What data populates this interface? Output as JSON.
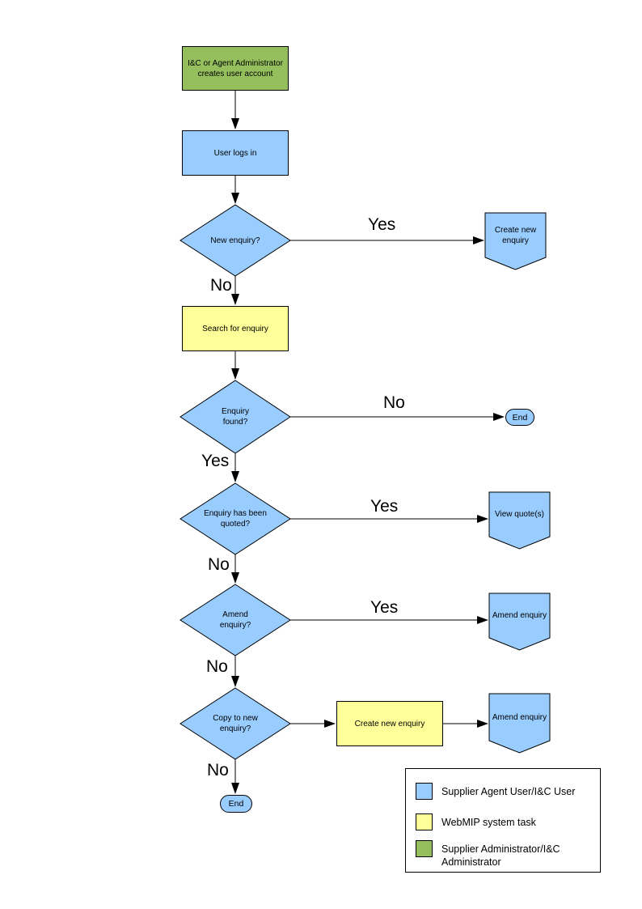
{
  "nodes": {
    "create_user_account": "I&C or Agent Administrator creates user account",
    "user_logs_in": "User logs in",
    "new_enquiry_q": "New enquiry?",
    "create_new_enquiry_top": "Create new enquiry",
    "search_for_enquiry": "Search for enquiry",
    "enquiry_found_q": "Enquiry found?",
    "end_top": "End",
    "enquiry_quoted_q": "Enquiry has been quoted?",
    "view_quotes": "View quote(s)",
    "amend_enquiry_q": "Amend enquiry?",
    "amend_enquiry_mid": "Amend enquiry",
    "copy_to_new_q": "Copy to new enquiry?",
    "create_new_enquiry_bottom": "Create new enquiry",
    "amend_enquiry_bottom": "Amend enquiry",
    "end_bottom": "End"
  },
  "edge_labels": {
    "new_enquiry_yes": "Yes",
    "new_enquiry_no": "No",
    "enquiry_found_no": "No",
    "enquiry_found_yes": "Yes",
    "enquiry_quoted_yes": "Yes",
    "enquiry_quoted_no": "No",
    "amend_enquiry_yes": "Yes",
    "amend_enquiry_no": "No",
    "copy_to_new_no": "No"
  },
  "legend": {
    "items": [
      {
        "swatch": "blue",
        "color": "#99CCFF",
        "label": "Supplier Agent User/I&C User"
      },
      {
        "swatch": "yellow",
        "color": "#FFFF99",
        "label": "WebMIP system task"
      },
      {
        "swatch": "green",
        "color": "#94BF5C",
        "label": "Supplier Administrator/I&C Administrator"
      }
    ]
  },
  "colors": {
    "user_task": "#99CCFF",
    "system_task": "#FFFF99",
    "administrator_task": "#94BF5C",
    "outline": "#000000",
    "background": "#FFFFFF"
  }
}
